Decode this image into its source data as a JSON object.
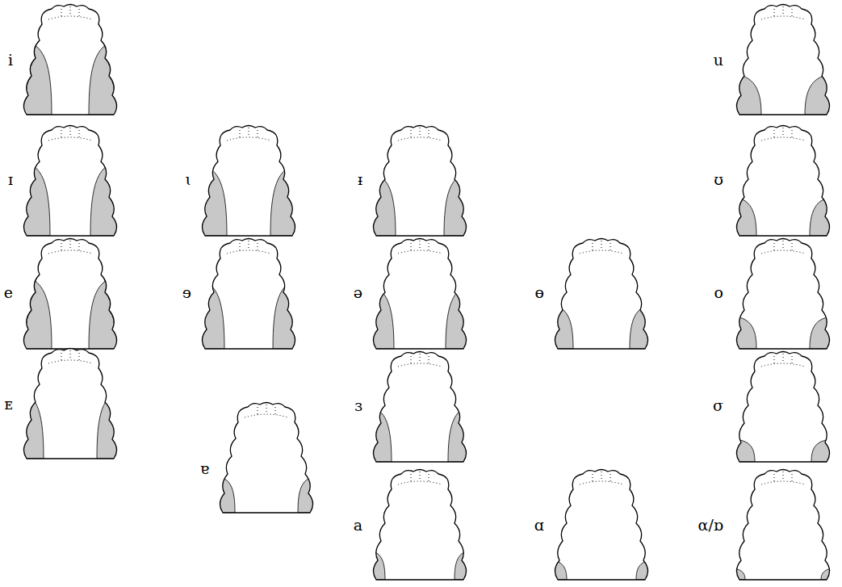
{
  "diagram": {
    "labels": [
      "i",
      "u",
      "ɪ",
      "ɩ",
      "ᵻ",
      "ʊ",
      "e",
      "ɘ",
      "ə",
      "ɵ",
      "o",
      "ᴇ",
      "ɜ",
      "σ",
      "ɐ",
      "a",
      "ɑ",
      "α/ɒ"
    ]
  }
}
